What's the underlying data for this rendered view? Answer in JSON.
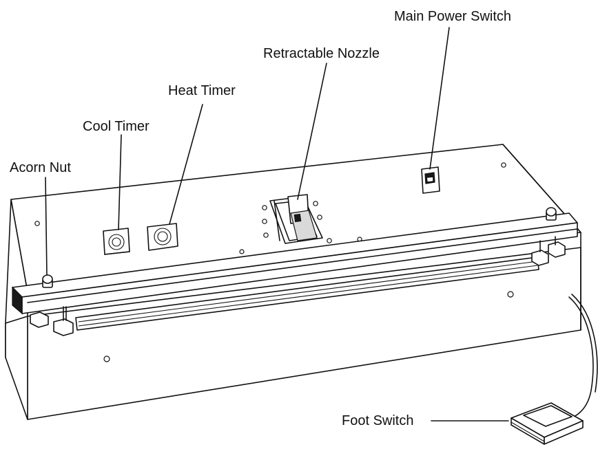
{
  "labels": {
    "main_power_switch": "Main Power Switch",
    "retractable_nozzle": "Retractable Nozzle",
    "heat_timer": "Heat Timer",
    "cool_timer": "Cool Timer",
    "acorn_nut": "Acorn Nut",
    "foot_switch": "Foot Switch"
  },
  "colors": {
    "line": "#111111",
    "background": "#ffffff"
  }
}
